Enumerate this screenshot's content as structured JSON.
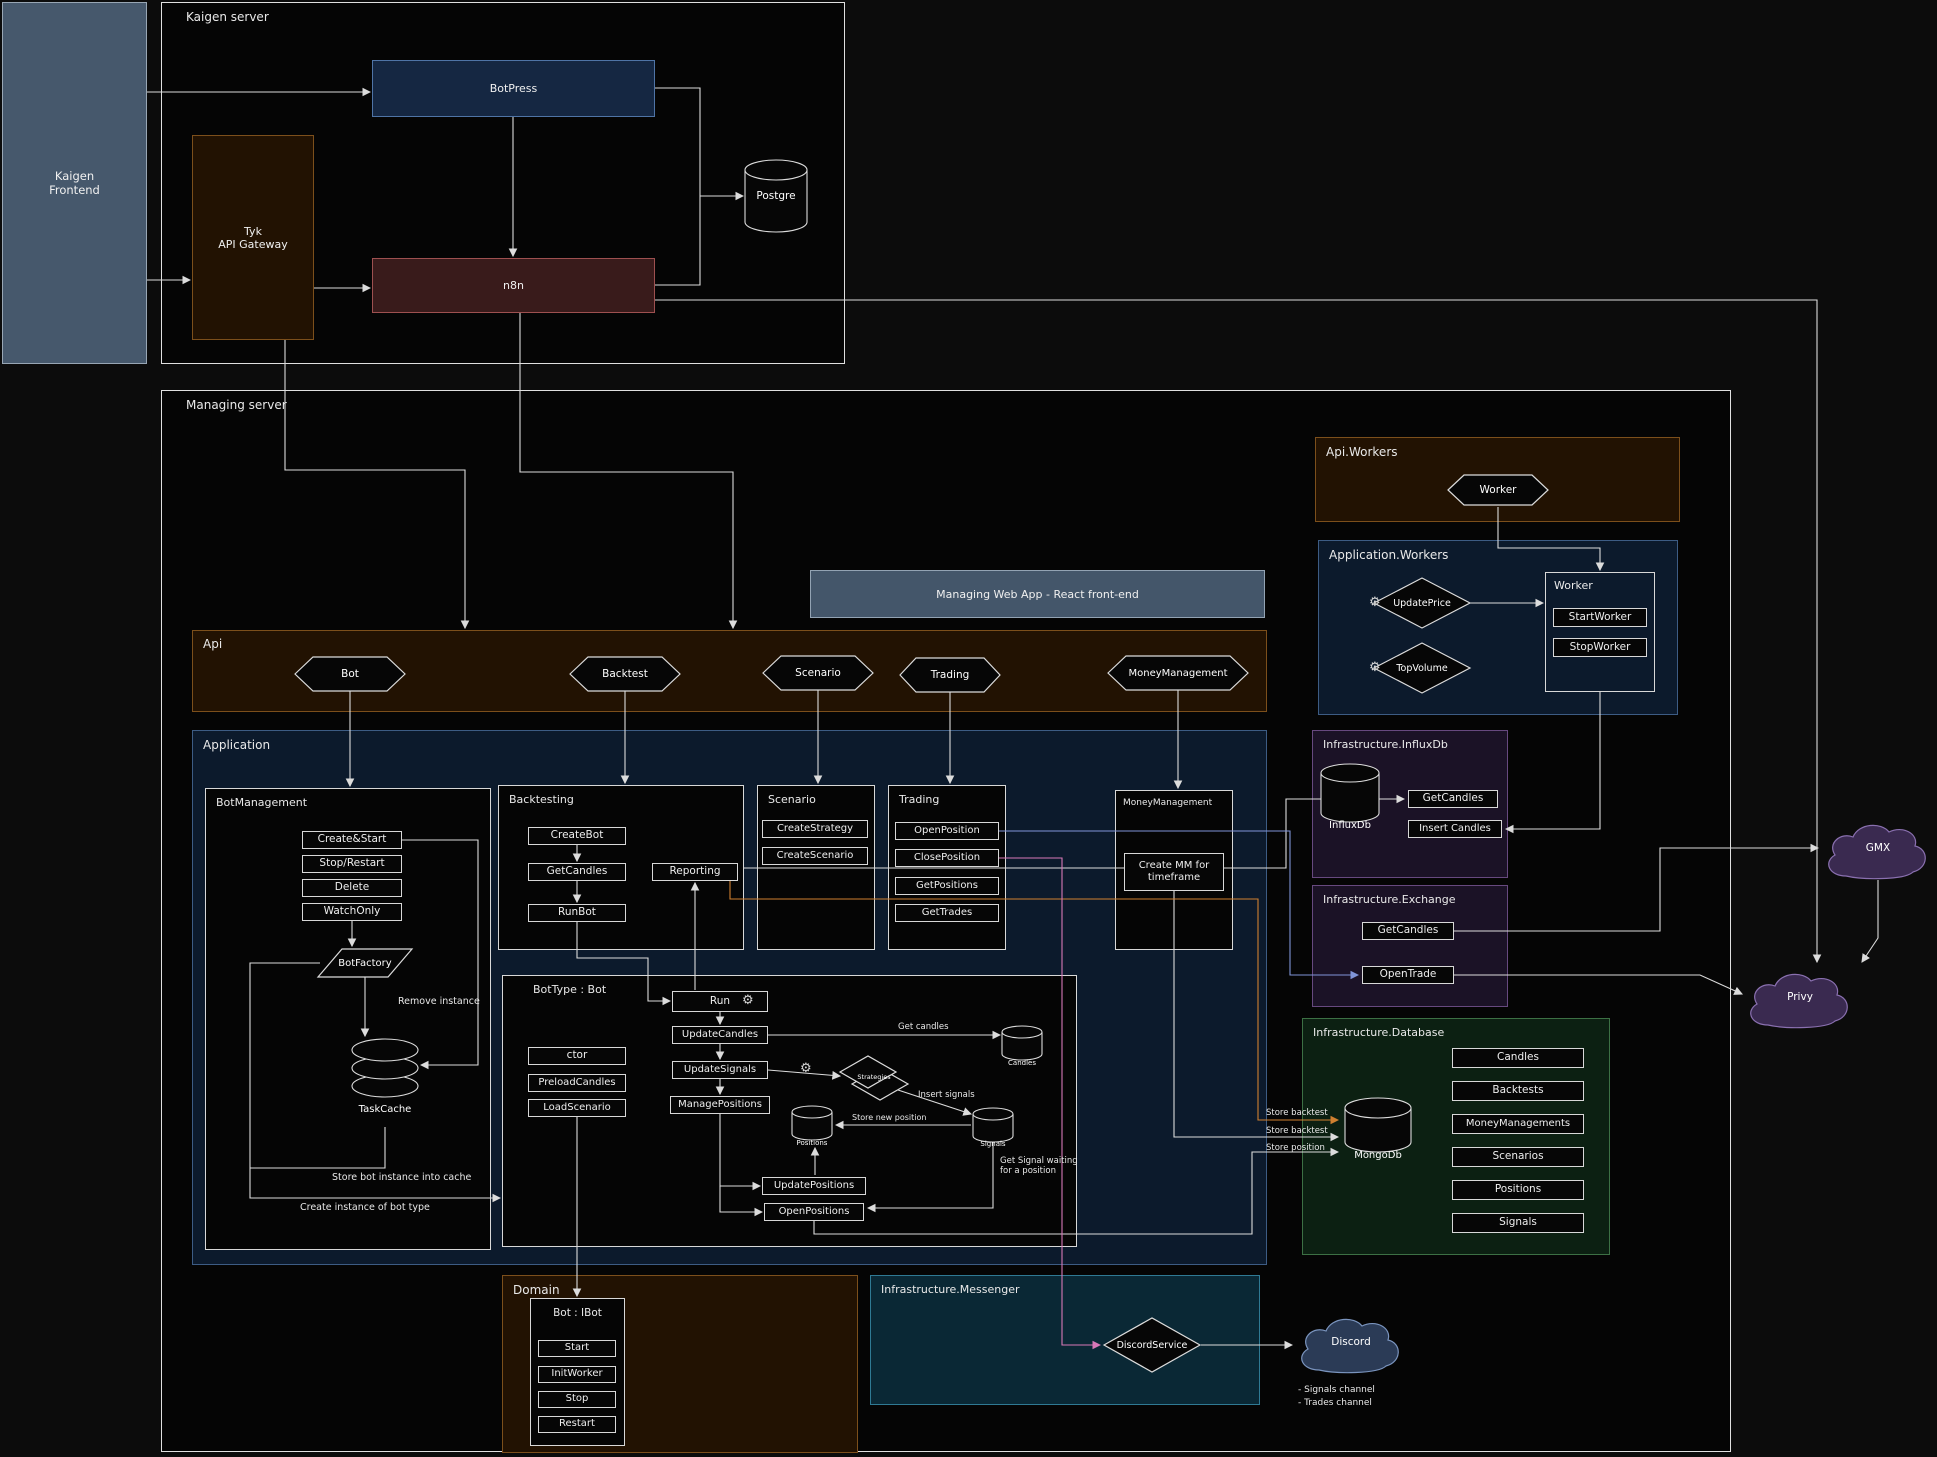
{
  "external": {
    "kaigen_frontend": "Kaigen\nFrontend",
    "gmx": "GMX",
    "privy": "Privy",
    "discord": "Discord",
    "discord_channels": "- Signals channel\n- Trades channel"
  },
  "kaigen_server": {
    "title": "Kaigen server",
    "botpress": "BotPress",
    "tyk": "Tyk\nAPI Gateway",
    "n8n": "n8n",
    "postgre": "Postgre"
  },
  "managing_server": {
    "title": "Managing server",
    "web_app": "Managing Web App - React front-end",
    "api_workers": {
      "title": "Api.Workers",
      "worker": "Worker"
    },
    "application_workers": {
      "title": "Application.Workers",
      "update_price": "UpdatePrice",
      "top_volume": "TopVolume",
      "worker_title": "Worker",
      "start_worker": "StartWorker",
      "stop_worker": "StopWorker"
    },
    "api": {
      "title": "Api",
      "endpoints": [
        "Bot",
        "Backtest",
        "Scenario",
        "Trading",
        "MoneyManagement"
      ]
    },
    "application": {
      "title": "Application",
      "bot_management": {
        "title": "BotManagement",
        "buttons": [
          "Create&Start",
          "Stop/Restart",
          "Delete",
          "WatchOnly"
        ],
        "bot_factory": "BotFactory",
        "task_cache": "TaskCache",
        "remove_instance": "Remove instance",
        "store_cache": "Store bot instance into cache",
        "create_instance": "Create instance of bot type"
      },
      "backtesting": {
        "title": "Backtesting",
        "create_bot": "CreateBot",
        "get_candles": "GetCandles",
        "run_bot": "RunBot",
        "reporting": "Reporting"
      },
      "scenario": {
        "title": "Scenario",
        "create_strategy": "CreateStrategy",
        "create_scenario": "CreateScenario"
      },
      "trading": {
        "title": "Trading",
        "open_position": "OpenPosition",
        "close_position": "ClosePosition",
        "get_positions": "GetPositions",
        "get_trades": "GetTrades"
      },
      "money_management": {
        "title": "MoneyManagement",
        "create_mm": "Create MM for\ntimeframe"
      },
      "bot_type": {
        "title": "BotType : Bot",
        "ctor": "ctor",
        "preload_candles": "PreloadCandles",
        "load_scenario": "LoadScenario",
        "run": "Run",
        "update_candles": "UpdateCandles",
        "update_signals": "UpdateSignals",
        "manage_positions": "ManagePositions",
        "update_positions": "UpdatePositions",
        "open_positions": "OpenPositions",
        "strategies": "Strategies",
        "candles_store": "Candles",
        "signals_store": "Signals",
        "positions_store": "Positions",
        "get_candles_label": "Get candles",
        "insert_signals_label": "Insert signals",
        "store_new_position_label": "Store new position",
        "get_signal_label": "Get Signal waiting\nfor a position"
      }
    },
    "infra_influx": {
      "title": "Infrastructure.InfluxDb",
      "db": "InfluxDb",
      "get_candles": "GetCandles",
      "insert_candles": "Insert Candles"
    },
    "infra_exchange": {
      "title": "Infrastructure.Exchange",
      "get_candles": "GetCandles",
      "open_trade": "OpenTrade"
    },
    "infra_database": {
      "title": "Infrastructure.Database",
      "db": "MongoDb",
      "collections": [
        "Candles",
        "Backtests",
        "MoneyManagements",
        "Scenarios",
        "Positions",
        "Signals"
      ],
      "store_backtest_1": "Store backtest",
      "store_backtest_2": "Store backtest",
      "store_position": "Store position"
    },
    "domain": {
      "title": "Domain",
      "bot_ibot_title": "Bot : IBot",
      "buttons": [
        "Start",
        "InitWorker",
        "Stop",
        "Restart"
      ]
    },
    "infra_messenger": {
      "title": "Infrastructure.Messenger",
      "discord_service": "DiscordService"
    }
  },
  "colors": {
    "accent_orange": "#d08030",
    "accent_blue": "#8094d8",
    "accent_pink": "#d878b8"
  }
}
